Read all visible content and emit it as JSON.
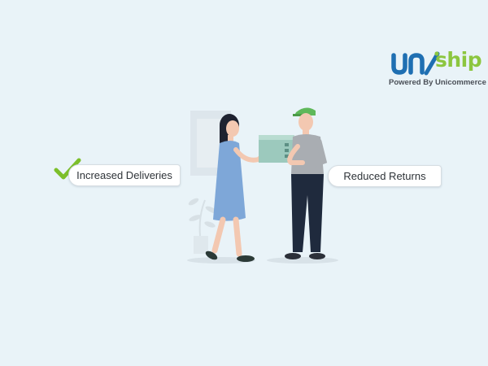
{
  "brand": {
    "logo_word": "ship",
    "logo_mark_icon": "uni-logo-mark-icon",
    "tagline": "Powered By Unicommerce",
    "colors": {
      "mark_blue": "#1f6fb2",
      "ship_green": "#8cc63f",
      "tagline": "#4a4f57"
    }
  },
  "labels": {
    "left_pill": "Increased Deliveries",
    "right_pill": "Reduced Returns"
  },
  "icons": {
    "check": "green-checkmark-icon",
    "scene": "parcel-handover-illustration"
  },
  "colors": {
    "background": "#e9f3f8",
    "check_green": "#7cbf2a",
    "dress_blue": "#7ea7d8",
    "box_teal": "#9cc9bd",
    "cap_green": "#5fb85a",
    "shirt_gray": "#a9adb2",
    "pants_navy": "#1f2a3d"
  }
}
